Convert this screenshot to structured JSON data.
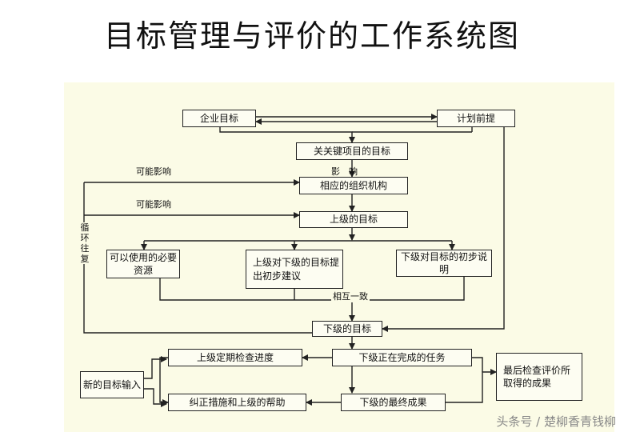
{
  "title": "目标管理与评价的工作系统图",
  "boxes": {
    "enterprise_goal": "企业目标",
    "plan_premise": "计划前提",
    "key_project_goal": "关关键项目的目标",
    "org_structure": "相应的组织机构",
    "superior_goal": "上级的目标",
    "resources": "可以使用的必要资源",
    "superior_proposal": "上级对下级的目标提出初步建议",
    "subordinate_draft": "下级对目标的初步说明",
    "subordinate_goal": "下级的目标",
    "periodic_check": "上级定期检查进度",
    "tasks_in_progress": "下级正在完成的任务",
    "new_goal_input": "新的目标输入",
    "correction_help": "纠正措施和上级的帮助",
    "final_results": "下级的最终成果",
    "final_review": "最后检查评价所取得的成果"
  },
  "labels": {
    "influence": "影　响",
    "may_influence_1": "可能影响",
    "may_influence_2": "可能影响",
    "mutual_agreement": "相互一致",
    "cycle": "循环往复"
  },
  "watermark": "头条号 / 楚柳香青钱柳",
  "colors": {
    "panel": "#fbfbe6",
    "line": "#222222",
    "box": "#fdfdf2"
  }
}
